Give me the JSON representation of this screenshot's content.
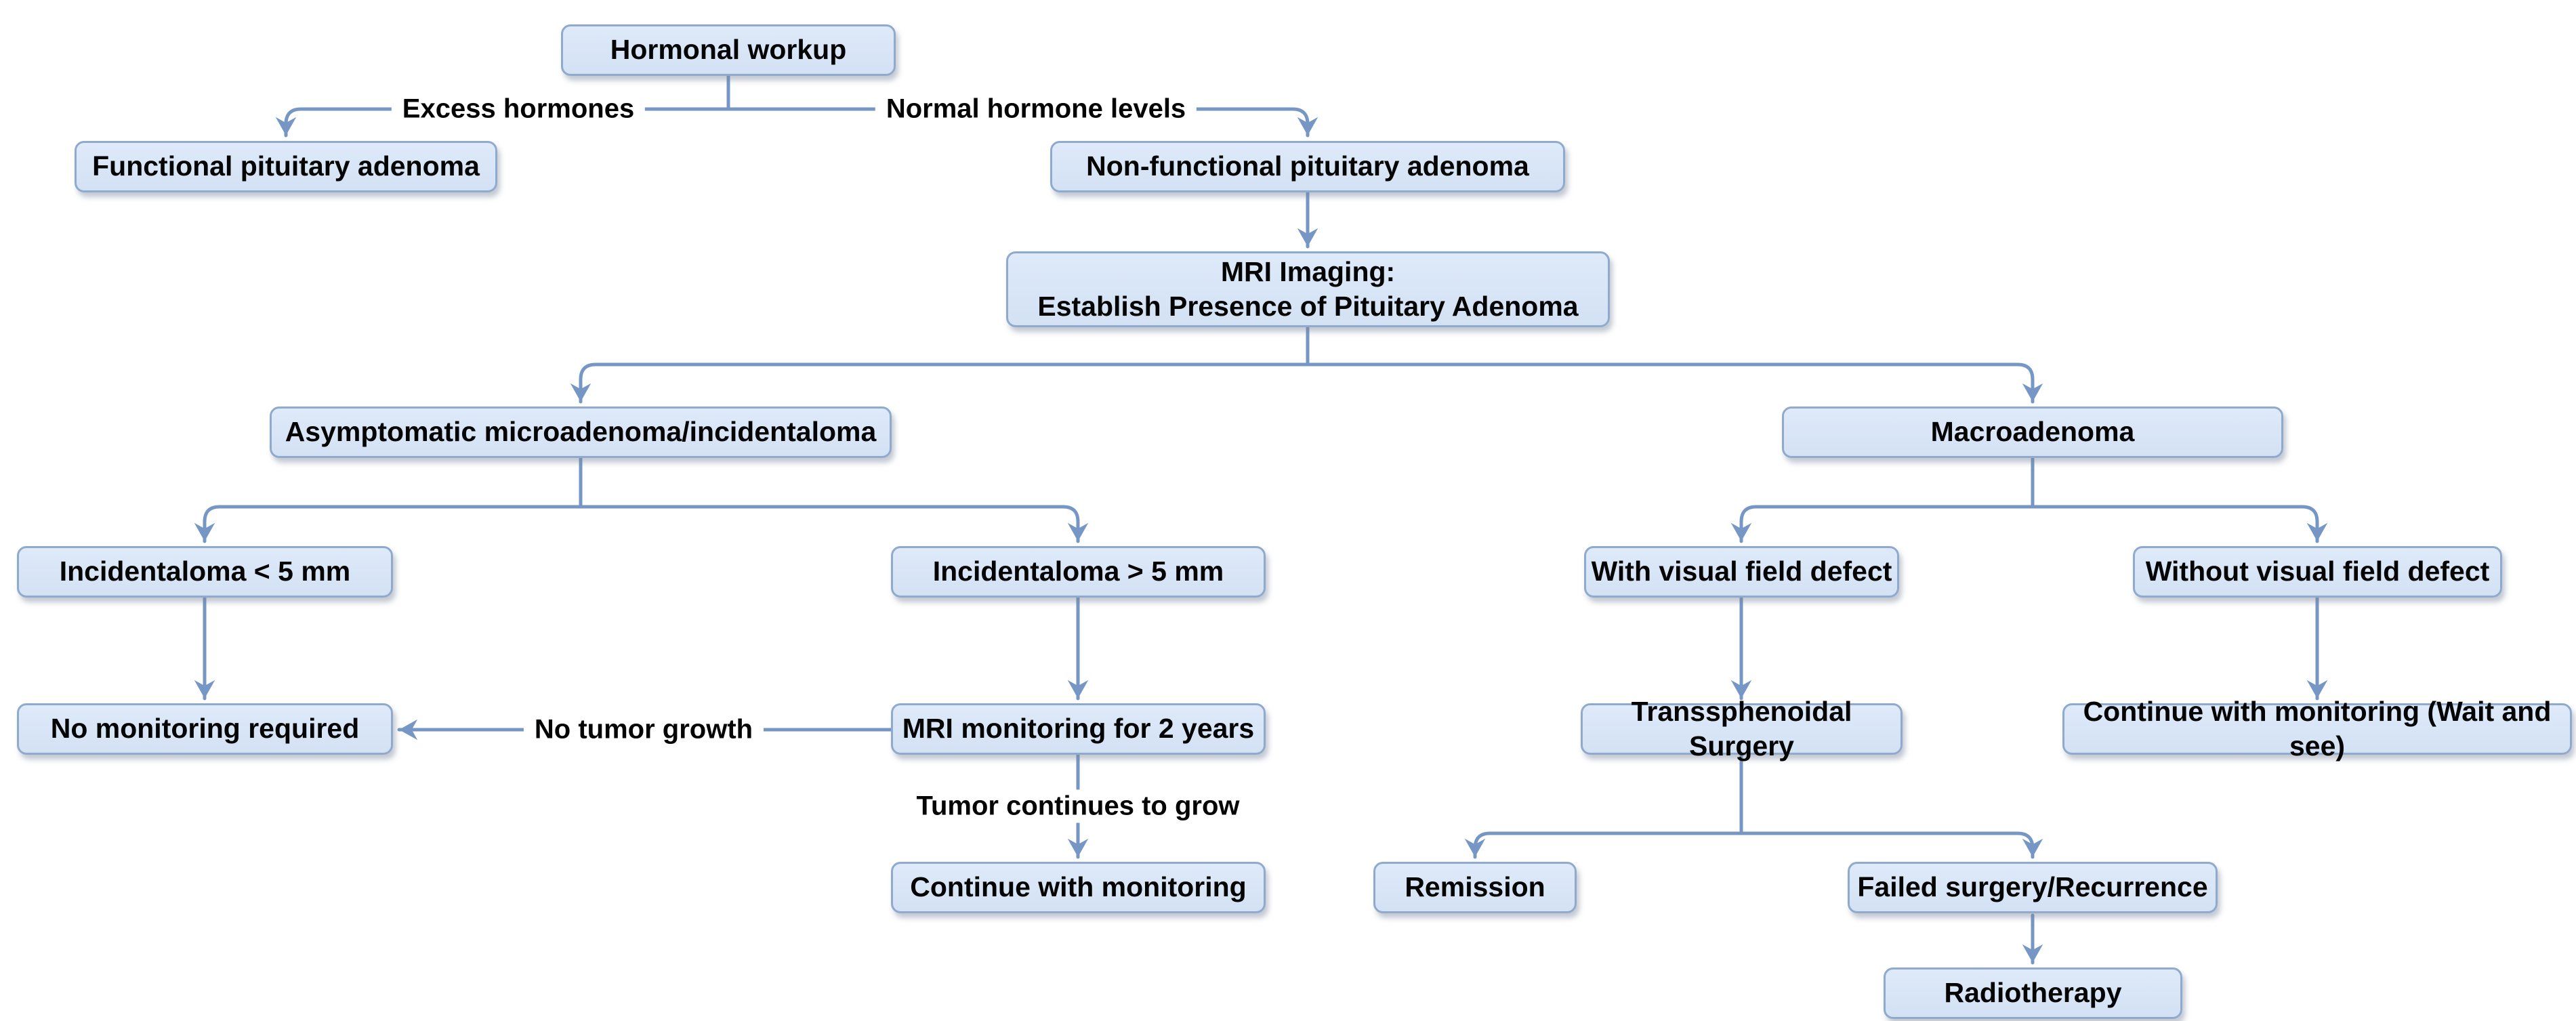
{
  "flowchart": {
    "title": "Pituitary adenoma workup flowchart",
    "colors": {
      "node_fill": "#d8e5f5",
      "node_border": "#90aacd",
      "connector": "#7697c5",
      "text": "#050505",
      "background": "#ffffff"
    },
    "nodes": {
      "hormonal_workup": {
        "label": "Hormonal workup"
      },
      "functional": {
        "label": "Functional pituitary adenoma"
      },
      "non_functional": {
        "label": "Non-functional pituitary adenoma"
      },
      "mri_imaging": {
        "label": "MRI Imaging:\nEstablish Presence of Pituitary Adenoma"
      },
      "asymptomatic": {
        "label": "Asymptomatic microadenoma/incidentaloma"
      },
      "macroadenoma": {
        "label": "Macroadenoma"
      },
      "inc_lt_5mm": {
        "label": "Incidentaloma < 5 mm"
      },
      "inc_gt_5mm": {
        "label": "Incidentaloma > 5 mm"
      },
      "with_vfd": {
        "label": "With visual field defect"
      },
      "without_vfd": {
        "label": "Without visual field defect"
      },
      "no_monitoring": {
        "label": "No monitoring required"
      },
      "mri_monitoring": {
        "label": "MRI monitoring for 2 years"
      },
      "transsphenoidal": {
        "label": "Transsphenoidal Surgery"
      },
      "wait_and_see": {
        "label": "Continue with monitoring (Wait and see)"
      },
      "continue_monitoring": {
        "label": "Continue with monitoring"
      },
      "remission": {
        "label": "Remission"
      },
      "failed_surgery": {
        "label": "Failed surgery/Recurrence"
      },
      "radiotherapy": {
        "label": "Radiotherapy"
      }
    },
    "edge_labels": {
      "excess_hormones": "Excess hormones",
      "normal_hormone_levels": "Normal hormone levels",
      "no_tumor_growth": "No tumor growth",
      "tumor_continues": "Tumor continues to grow"
    }
  }
}
